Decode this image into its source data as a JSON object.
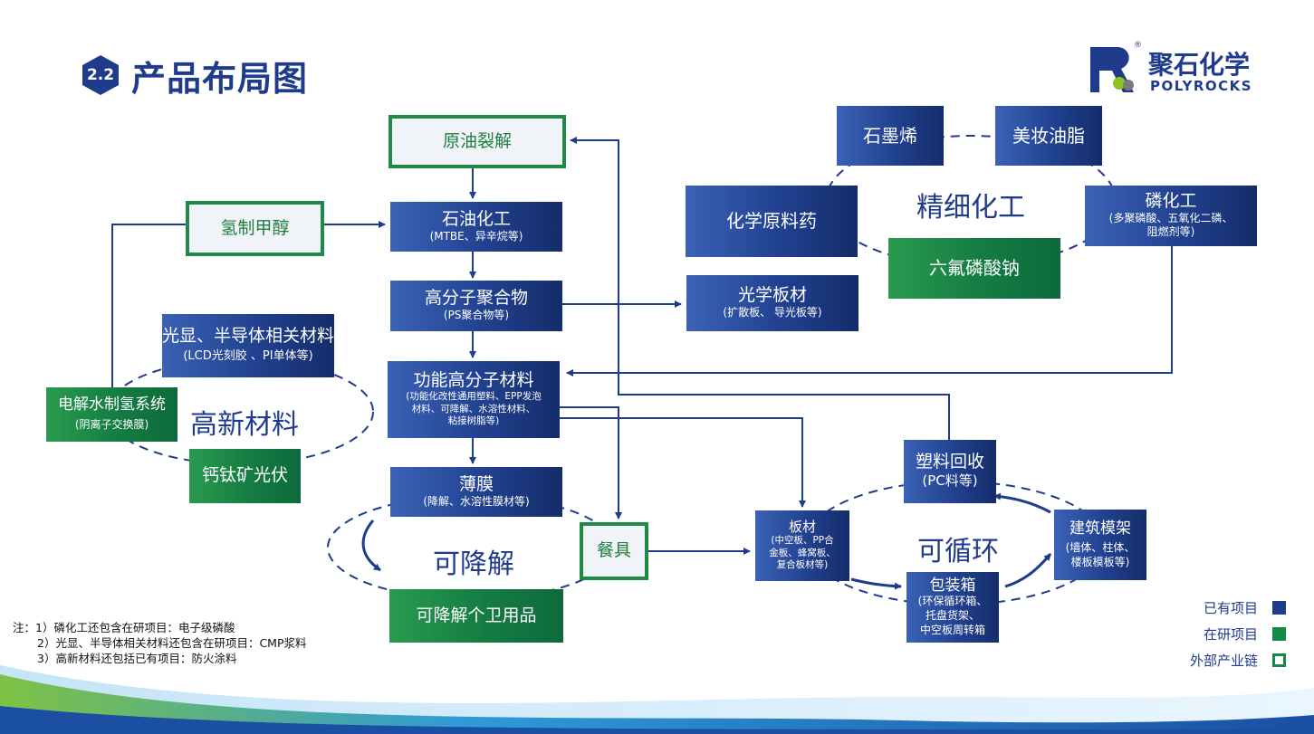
{
  "header": {
    "section_number": "2.2",
    "title": "产品布局图"
  },
  "logo": {
    "name_cn": "聚石化学",
    "name_en": "POLYROCKS",
    "reg_mark": "®"
  },
  "nodes": {
    "crude_cracking": {
      "title": "原油裂解",
      "type": "external_chain"
    },
    "petrochemical": {
      "title": "石油化工",
      "sub": "(MTBE、异辛烷等)",
      "type": "existing"
    },
    "hydrogen_methanol": {
      "title": "氢制甲醇",
      "type": "external_chain"
    },
    "polymer": {
      "title": "高分子聚合物",
      "sub": "(PS聚合物等)",
      "type": "existing"
    },
    "optical_sheet": {
      "title": "光学板材",
      "sub": "(扩散板、 导光板等)",
      "type": "existing"
    },
    "functional_polymer": {
      "title": "功能高分子材料",
      "sub_lines": [
        "(功能化改性通用塑料、EPP发泡",
        "材料、可降解、水溶性材料、",
        "粘接树脂等)"
      ],
      "type": "existing"
    },
    "display_semi": {
      "title": "光显、半导体相关材料",
      "sub": "(LCD光刻胶 、PI单体等)",
      "type": "existing"
    },
    "electrolysis": {
      "title": "电解水制氢系统",
      "sub": "(阴离子交换膜)",
      "type": "research"
    },
    "perovskite": {
      "title": "钙钛矿光伏",
      "type": "research"
    },
    "film": {
      "title": "薄膜",
      "sub": "(降解、水溶性膜材等)",
      "type": "existing"
    },
    "tableware": {
      "title": "餐具",
      "type": "external_chain"
    },
    "hygiene": {
      "title": "可降解个卫用品",
      "type": "research"
    },
    "board": {
      "title": "板材",
      "sub_lines": [
        "(中空板、PP合",
        "金板、蜂窝板、",
        "复合板材等)"
      ],
      "type": "existing"
    },
    "recycling": {
      "title": "塑料回收",
      "sub": "(PC料等)",
      "type": "existing"
    },
    "formwork": {
      "title": "建筑模架",
      "sub_lines": [
        "(墙体、柱体、",
        "楼板模板等)"
      ],
      "type": "existing"
    },
    "packaging": {
      "title": "包装箱",
      "sub_lines": [
        "(环保循环箱、",
        "托盘货架、",
        "中空板周转箱"
      ],
      "type": "existing"
    },
    "graphene": {
      "title": "石墨烯",
      "type": "existing"
    },
    "cosmetic": {
      "title": "美妆油脂",
      "type": "existing"
    },
    "pharma": {
      "title": "化学原料药",
      "type": "existing"
    },
    "phosphor": {
      "title": "磷化工",
      "sub_lines": [
        "(多聚磷酸、五氧化二磷、",
        "阻燃剂等)"
      ],
      "type": "existing"
    },
    "lipf6": {
      "title": "六氟磷酸钠",
      "type": "research"
    }
  },
  "groups": {
    "fine_chem": "精细化工",
    "high_tech": "高新材料",
    "degradable": "可降解",
    "recycle": "可循环"
  },
  "notes": [
    "注：1）磷化工还包含在研项目：电子级磷酸",
    "2）光显、半导体相关材料还包含在研项目：CMP浆料",
    "3）高新材料还包括已有项目：防火涂料"
  ],
  "legend": [
    {
      "label": "已有项目",
      "color": "#1f3b8c",
      "style": "filled"
    },
    {
      "label": "在研项目",
      "color": "#138a45",
      "style": "filled"
    },
    {
      "label": "外部产业链",
      "color": "#138a45",
      "style": "outline"
    }
  ],
  "colors": {
    "primary_blue": "#1f3b8c",
    "green": "#138a45",
    "line": "#1f3b8c"
  }
}
